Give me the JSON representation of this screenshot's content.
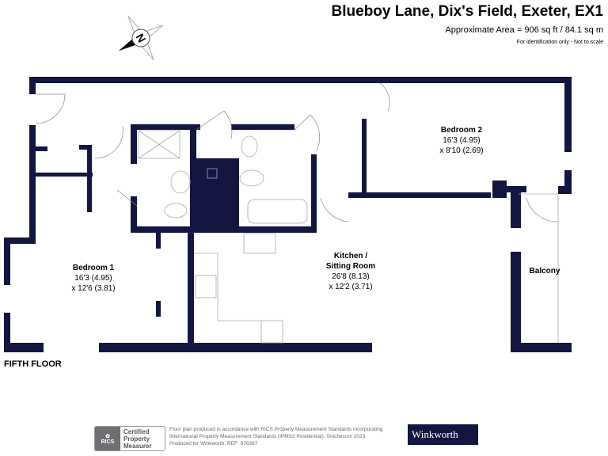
{
  "header": {
    "title": "Blueboy Lane, Dix's Field, Exeter, EX1",
    "area": "Approximate Area = 906 sq ft / 84.1 sq m",
    "note": "For identification only - Not to scale"
  },
  "compass": {
    "icon": "compass-north-icon",
    "label": "N"
  },
  "colors": {
    "wall": "#121640",
    "brand": "#121640"
  },
  "rooms": [
    {
      "name": "Bedroom 2",
      "dims1": "16'3 (4.95)",
      "dims2": "x 8'10 (2.69)"
    },
    {
      "name": "Bedroom 1",
      "dims1": "16'3 (4.95)",
      "dims2": "x 12'6 (3.81)"
    },
    {
      "name_line1": "Kitchen /",
      "name_line2": "Sitting Room",
      "dims1": "26'8 (8.13)",
      "dims2": "x 12'2 (3.71)"
    },
    {
      "name": "Balcony"
    }
  ],
  "floor_label": "FIFTH FLOOR",
  "footer": {
    "rics_logo": "RICS",
    "rics_line1": "Certified",
    "rics_line2": "Property",
    "rics_line3": "Measurer",
    "line1": "Floor plan produced in accordance with RICS Property Measurement Standards incorporating",
    "line2": "International Property Measurement Standards (IPMS2 Residential).  ©nichecom 2023.",
    "line3": "Produced for Winkworth.   REF: 976367",
    "brand": "Winkworth"
  }
}
